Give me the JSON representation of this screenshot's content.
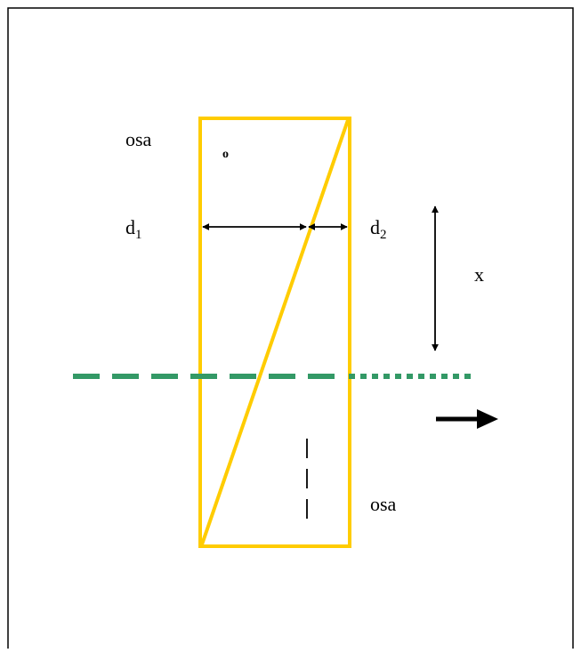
{
  "labels": {
    "axis_top": "osa",
    "o_mark": "o",
    "d1": {
      "base": "d",
      "sub": "1"
    },
    "d2": {
      "base": "d",
      "sub": "2"
    },
    "x": "x",
    "axis_bottom": "osa"
  },
  "colors": {
    "prism": "#FFCC00",
    "beam": "#339966",
    "ink": "#000000"
  }
}
